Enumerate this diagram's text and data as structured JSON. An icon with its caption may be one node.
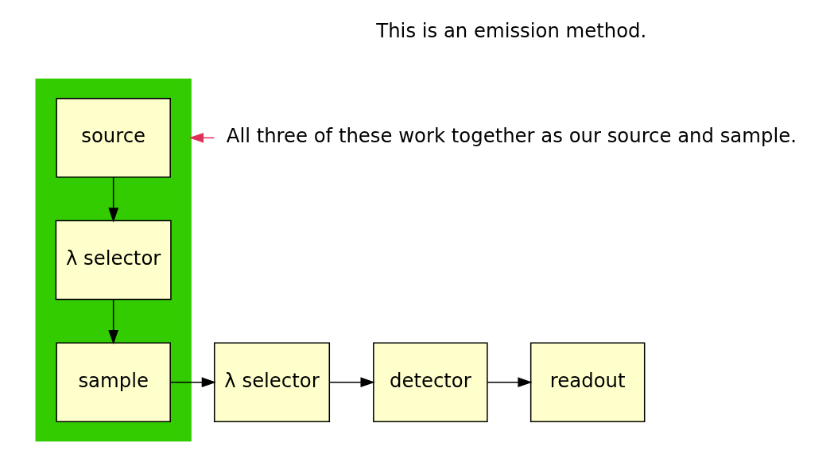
{
  "diagram": {
    "nodes": [
      {
        "text": [],
        "shape": "box"
      },
      {
        "text": [
          "source"
        ],
        "in": 0
      },
      {
        "text": [
          "λ selector"
        ],
        "in": 0
      },
      {
        "text": [
          "sample"
        ],
        "in": 0
      },
      {
        "text": [
          "λ selector"
        ]
      },
      {
        "text": [
          "detector"
        ]
      },
      {
        "text": [
          "readout"
        ]
      },
      {
        "text": [
          "All three of these work together as our source and sample."
        ]
      }
    ],
    "edges": [
      {
        "from": 1,
        "to": 2,
        "arrow": "to"
      },
      {
        "from": 2,
        "to": 3,
        "arrow": "to"
      },
      {
        "from": 3,
        "to": 4,
        "arrow": "to"
      },
      {
        "from": 4,
        "to": 5,
        "arrow": "to"
      },
      {
        "from": 5,
        "to": 6,
        "arrow": "to"
      },
      {
        "from": 7,
        "to": 0,
        "arrow": "to",
        "color": "#e0305a"
      }
    ],
    "labels": [
      "This is an emission method."
    ]
  }
}
